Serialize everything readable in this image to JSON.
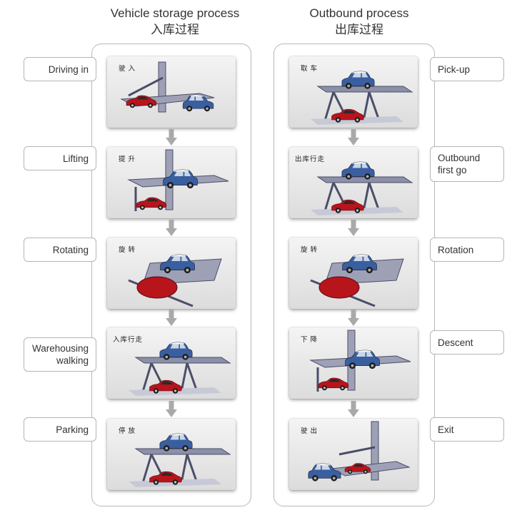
{
  "left_column": {
    "title_en": "Vehicle storage process",
    "title_zh": "入库过程",
    "steps": [
      {
        "label": "Driving in",
        "caption": "驶入",
        "scene": "drive-in"
      },
      {
        "label": "Lifting",
        "caption": "提升",
        "scene": "lift"
      },
      {
        "label": "Rotating",
        "caption": "旋转",
        "scene": "rotate"
      },
      {
        "label": "Warehousing walking",
        "caption": "入库行走",
        "scene": "stack"
      },
      {
        "label": "Parking",
        "caption": "停放",
        "scene": "stack"
      }
    ]
  },
  "right_column": {
    "title_en": "Outbound process",
    "title_zh": "出库过程",
    "steps": [
      {
        "label": "Pick-up",
        "caption": "取车",
        "scene": "stack"
      },
      {
        "label": "Outbound first go",
        "caption": "出库行走",
        "scene": "stack"
      },
      {
        "label": "Rotation",
        "caption": "旋转",
        "scene": "rotate"
      },
      {
        "label": "Descent",
        "caption": "下降",
        "scene": "lift"
      },
      {
        "label": "Exit",
        "caption": "驶出",
        "scene": "drive-out"
      }
    ]
  },
  "colors": {
    "frame_border": "#b8b8b8",
    "arrow": "#a9a9a9",
    "blue_car": "#3a5fa0",
    "red_car": "#b8141c",
    "steel": "#4a4e68"
  }
}
